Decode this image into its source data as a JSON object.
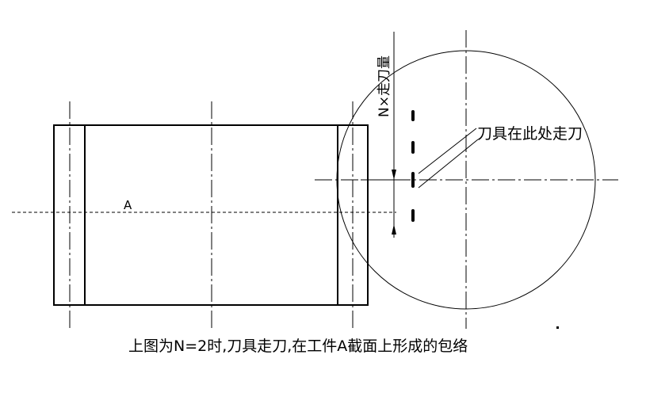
{
  "labels": {
    "section_label": "A",
    "vertical_dimension": "N×走刀量",
    "leader_note": "刀具在此处走刀",
    "caption": "上图为N=2时,刀具走刀,在工件A截面上形成的包络"
  }
}
